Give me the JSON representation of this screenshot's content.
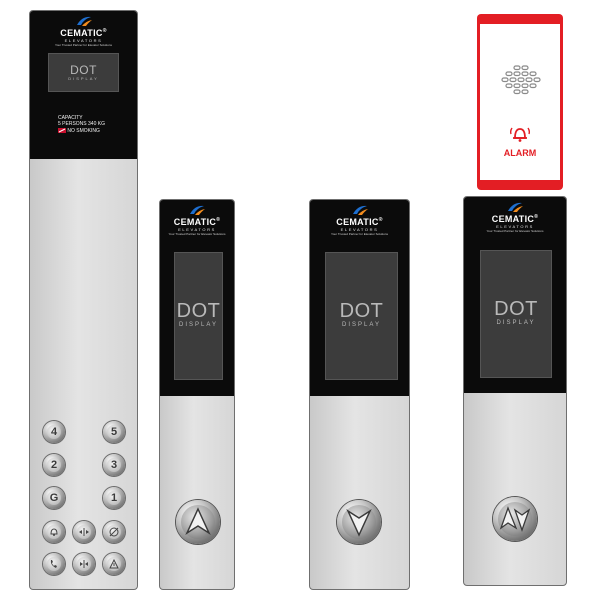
{
  "brand": {
    "name": "CEMATIC",
    "trademark": "®",
    "subtitle": "ELEVATORS",
    "tagline": "Your Trusted Partner for Elevator Solutions"
  },
  "main_panel": {
    "display": {
      "line1": "DOT",
      "line2": "DISPLAY"
    },
    "capacity_title": "CAPACITY",
    "capacity_value": "5 PERSONS 340 KG",
    "no_smoking": "NO SMOKING",
    "floor_buttons": [
      "4",
      "5",
      "2",
      "3",
      "G",
      "1"
    ]
  },
  "hall_panels": [
    {
      "display": {
        "line1": "DOT",
        "line2": "DISPLAY"
      },
      "button": "up-arrow-icon"
    },
    {
      "display": {
        "line1": "DOT",
        "line2": "DISPLAY"
      },
      "button": "down-arrow-icon"
    },
    {
      "display": {
        "line1": "DOT",
        "line2": "DISPLAY"
      },
      "button": "up-down-arrow-icon"
    }
  ],
  "alarm_panel": {
    "label": "ALARM"
  },
  "colors": {
    "alarm_red": "#e31e24",
    "brand_blue": "#1e6fd0",
    "brand_orange": "#f28c1e"
  }
}
